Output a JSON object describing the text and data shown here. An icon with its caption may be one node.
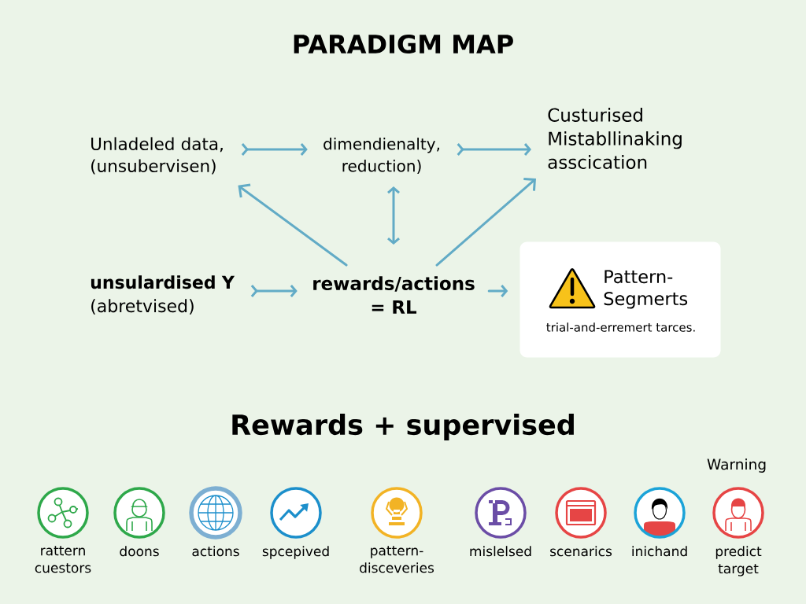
{
  "diagram": {
    "title": "PARADIGM MAP",
    "nodes": [
      {
        "text": [
          "Unladeled data, (unsubervisen)"
        ]
      },
      {
        "text": [
          "dimendienalty, reduction)"
        ]
      },
      {
        "text": [
          "Custurised Mistabllinaking asscication"
        ]
      },
      {
        "text": [
          "unsulardised Y",
          "(abretvised)"
        ]
      },
      {
        "text": [
          "rewards/actions = RL"
        ]
      },
      {
        "text": [
          "Pattern- Segmerts",
          "trial-and-erremert tarces."
        ]
      }
    ],
    "edges": [
      {
        "from": 0,
        "to": 1,
        "arrow": "to"
      },
      {
        "from": 1,
        "to": 2,
        "arrow": "to"
      },
      {
        "from": 1,
        "to": 4,
        "arrow": "both"
      },
      {
        "from": 4,
        "to": 0,
        "arrow": "to"
      },
      {
        "from": 4,
        "to": 2,
        "arrow": "to"
      },
      {
        "from": 3,
        "to": 4,
        "arrow": "to"
      },
      {
        "from": 4,
        "to": 5,
        "arrow": "to"
      }
    ],
    "labels": [
      "Rewards + supervised",
      "Warning",
      "rattern cuestors",
      "doons",
      "actions",
      "spcepived",
      "pattern- disceveries",
      "mislelsed",
      "scenarics",
      "inichand",
      "predict target"
    ]
  }
}
